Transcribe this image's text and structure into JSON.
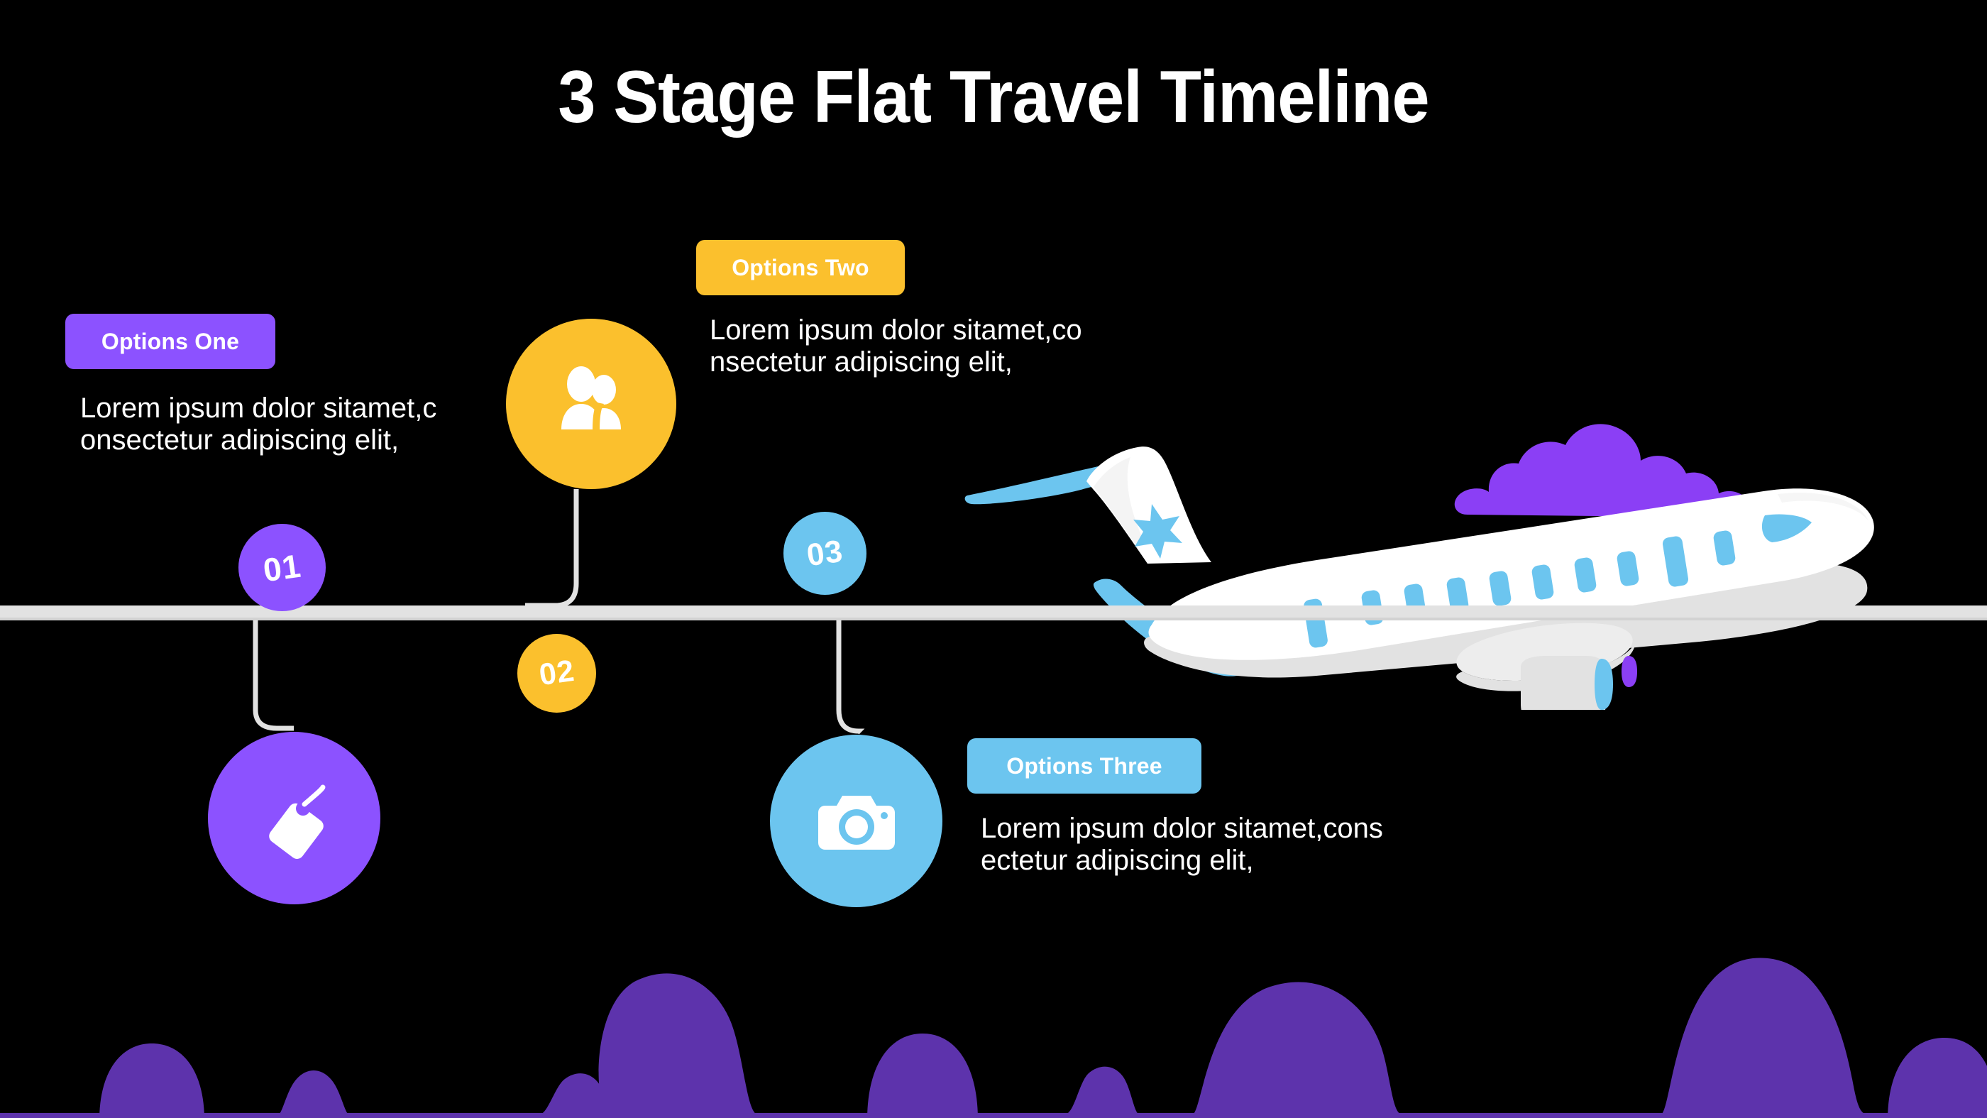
{
  "slide": {
    "title": "3 Stage Flat Travel Timeline",
    "background_color": "#000000",
    "timeline_bar_color": "#E2E2E2"
  },
  "colors": {
    "purple": "#8C52FF",
    "yellow": "#FBC02D",
    "blue": "#6CC5EF",
    "cloud_top": "#8B3FF5",
    "cloud_bottom": "#5D33AC",
    "plane_body": "#FFFFFF",
    "plane_accent": "#6CC5EF",
    "plane_shadow": "#DEDEDE",
    "text": "#FFFFFF"
  },
  "stages": [
    {
      "number": "01",
      "badge_label": "Options One",
      "body_text": "Lorem ipsum dolor sitamet,c\nonsectetur adipiscing elit,",
      "icon": "price-tag-icon",
      "color": "#8C52FF",
      "position": "below"
    },
    {
      "number": "02",
      "badge_label": "Options Two",
      "body_text": "Lorem ipsum dolor sitamet,co\nnsectetur adipiscing elit,",
      "icon": "users-icon",
      "color": "#FBC02D",
      "position": "above"
    },
    {
      "number": "03",
      "badge_label": "Options Three",
      "body_text": "Lorem ipsum dolor sitamet,cons\nectetur adipiscing elit,",
      "icon": "camera-icon",
      "color": "#6CC5EF",
      "position": "below"
    }
  ],
  "decorations": {
    "airplane": "airplane-illustration",
    "cloud_top": "cloud-shape",
    "cloud_bottom": "cloud-band-shape"
  }
}
